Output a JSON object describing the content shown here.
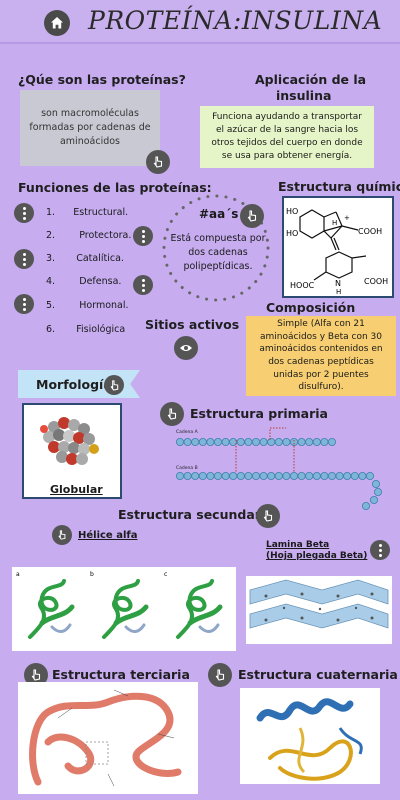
{
  "header": {
    "title": "PROTEÍNA:INSULINA",
    "home_icon": "home-icon"
  },
  "que_son": {
    "heading": "¿Qúe son las proteínas?",
    "text": "son macromoléculas formadas por cadenas de aminoácidos"
  },
  "aplicacion": {
    "heading_line1": "Aplicación de la",
    "heading_line2": "insulina",
    "text": "Funciona ayudando a transportar el azúcar de la sangre hacia los otros tejidos del cuerpo en donde se usa para obtener energía."
  },
  "funciones": {
    "heading": "Funciones de las proteínas:",
    "items": [
      {
        "num": "1.",
        "label": "Estructural."
      },
      {
        "num": "2.",
        "label": "Protectora."
      },
      {
        "num": "3.",
        "label": "Catalítica."
      },
      {
        "num": "4.",
        "label": "Defensa."
      },
      {
        "num": "5.",
        "label": "Hormonal."
      },
      {
        "num": "6.",
        "label": "Fisiológica"
      }
    ]
  },
  "aa": {
    "heading": "#aa´s",
    "text": "Está compuesta por dos cadenas polipeptídicas."
  },
  "estructura_quimica": {
    "heading": "Estructura química",
    "labels": {
      "ho1": "HO",
      "ho2": "HO",
      "cooh1": "COOH",
      "cooh2": "COOH",
      "hooc": "HOOC",
      "nh": "N",
      "h": "H",
      "h2": "H",
      "plus": "+"
    }
  },
  "composicion": {
    "heading": "Composición",
    "text": "Simple (Alfa con 21 aminoácidos y Beta con 30 aminoácidos contenidos en dos cadenas peptídicas unidas por 2  puentes disulfuro)."
  },
  "sitios": {
    "heading": "Sitios activos"
  },
  "morfologia": {
    "heading": "Morfología",
    "link": "Globular"
  },
  "primaria": {
    "heading": "Estructura primaria",
    "chain_a": "Cadena A",
    "chain_b": "Cadena B"
  },
  "secundaria": {
    "heading": "Estructura secundaria",
    "helice": "Hélice alfa",
    "lamina_line1": "Lamina Beta",
    "lamina_line2": "(Hoja plegada Beta)",
    "panels": [
      "a",
      "b",
      "c"
    ]
  },
  "terciaria": {
    "heading": "Estructura terciaria"
  },
  "cuaternaria": {
    "heading": "Estructura cuaternaria"
  },
  "colors": {
    "background": "#c7adf0",
    "gray_card": "#c9c9d3",
    "green_card": "#e6f5c8",
    "orange_card": "#f7cf72",
    "blue_ribbon": "#c3e3f6",
    "dark_icon": "#555555"
  }
}
